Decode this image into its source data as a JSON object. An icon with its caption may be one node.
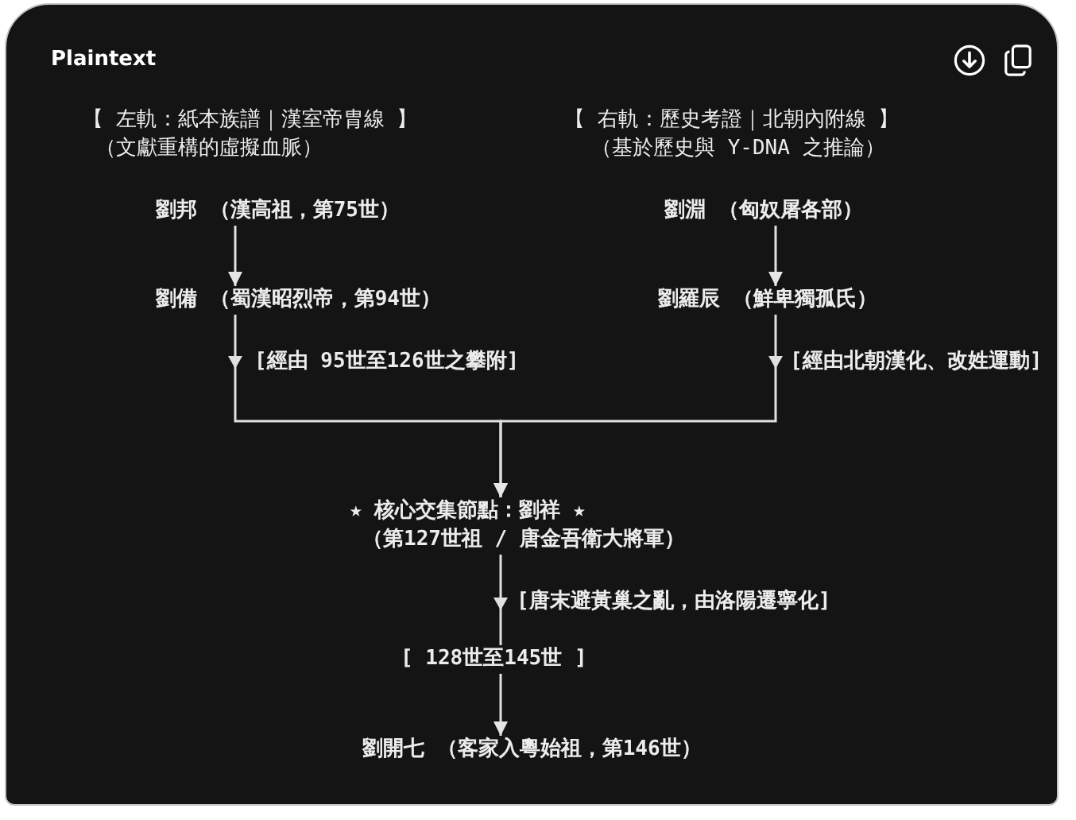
{
  "diagram": {
    "nodes": [
      {
        "text": [
          "劉邦 （漢高祖，第75世）"
        ]
      },
      {
        "text": [
          "劉備 （蜀漢昭烈帝，第94世）"
        ]
      },
      {
        "text": [
          "劉淵 （匈奴屠各部）"
        ]
      },
      {
        "text": [
          "劉羅辰 （鮮卑獨孤氏）"
        ]
      },
      {
        "text": [
          "★ 核心交集節點：劉祥 ★",
          "（第127世祖 / 唐金吾衛大將軍）"
        ]
      },
      {
        "text": [
          "[ 128世至145世 ]"
        ]
      },
      {
        "text": [
          "劉開七 （客家入粵始祖，第146世）"
        ]
      }
    ],
    "edges": [
      {
        "from": 0,
        "to": 1,
        "arrow": "to"
      },
      {
        "from": 1,
        "to": 4,
        "arrow": "to",
        "label": "[經由 95世至126世之攀附]"
      },
      {
        "from": 2,
        "to": 3,
        "arrow": "to"
      },
      {
        "from": 3,
        "to": 4,
        "arrow": "to",
        "label": "[經由北朝漢化、改姓運動]"
      },
      {
        "from": 4,
        "to": 5,
        "arrow": "to",
        "label": "[唐末避黃巢之亂，由洛陽遷寧化]"
      },
      {
        "from": 5,
        "to": 6,
        "arrow": "to"
      }
    ],
    "labels": [
      "Plaintext",
      "【 左軌：紙本族譜｜漢室帝胄線 】",
      "【 右軌：歷史考證｜北朝內附線 】",
      "（文獻重構的虛擬血脈）",
      "（基於歷史與 Y-DNA 之推論）"
    ]
  }
}
